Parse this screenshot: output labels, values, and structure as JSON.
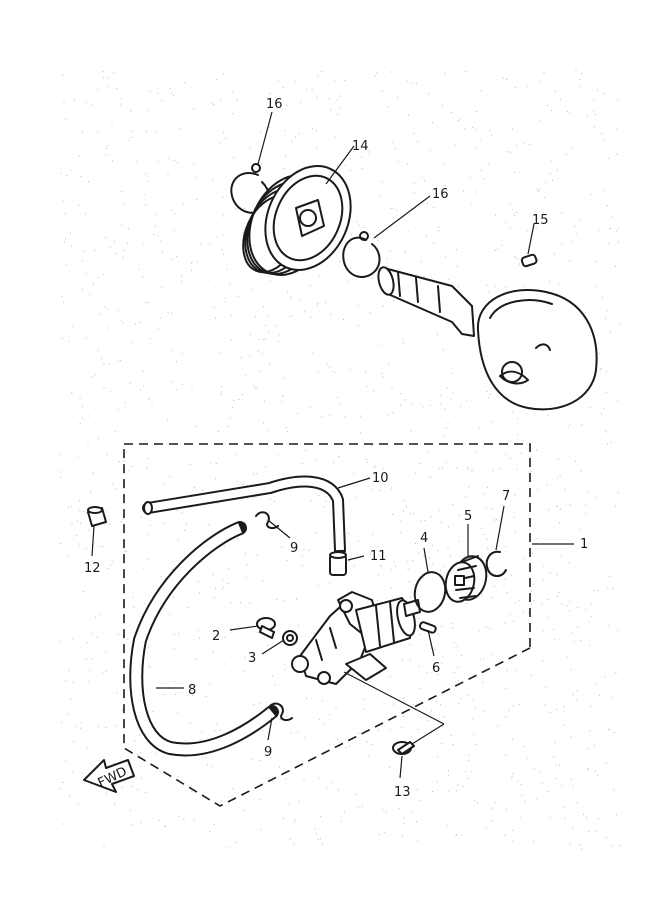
{
  "callouts": {
    "c1": "1",
    "c2": "2",
    "c3": "3",
    "c4": "4",
    "c5": "5",
    "c6": "6",
    "c7": "7",
    "c8": "8",
    "c9a": "9",
    "c9b": "9",
    "c10": "10",
    "c11": "11",
    "c12": "12",
    "c13": "13",
    "c14": "14",
    "c15": "15",
    "c16a": "16",
    "c16b": "16"
  },
  "front_arrow_label": "FWD",
  "colors": {
    "ink": "#1a1a1a",
    "paper": "#ffffff"
  }
}
